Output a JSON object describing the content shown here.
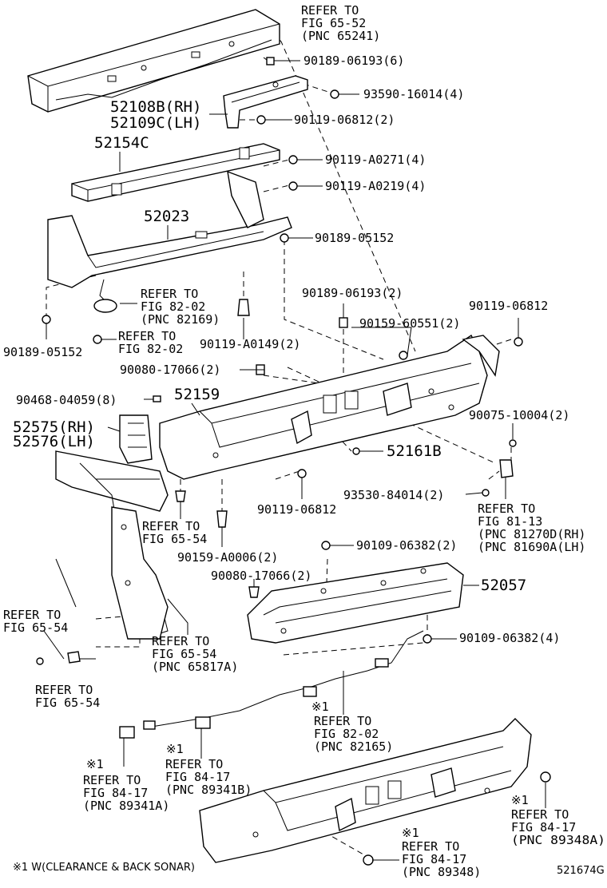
{
  "diagram_id": "521674G",
  "footnote": "※1 W(CLEARANCE & BACK SONAR)",
  "labels": {
    "refer_65_52": [
      "REFER TO",
      "FIG 65-52",
      "(PNC 65241)"
    ],
    "p90189_06193_6": "90189-06193(6)",
    "p93590_16014_4": "93590-16014(4)",
    "p52108b": "52108B(RH)",
    "p52109c": "52109C(LH)",
    "p90119_06812_2": "90119-06812(2)",
    "p52154c": "52154C",
    "p90119_a0271_4": "90119-A0271(4)",
    "p90119_a0219_4": "90119-A0219(4)",
    "p52023": "52023",
    "p90189_05152_r": "90189-05152",
    "refer_82_02_a": [
      "REFER TO",
      "FIG 82-02",
      "(PNC 82169)"
    ],
    "refer_82_02_b": [
      "REFER TO",
      "FIG 82-02"
    ],
    "p90189_05152_l": "90189-05152",
    "p90119_a0149_2": "90119-A0149(2)",
    "p90189_06193_2": "90189-06193(2)",
    "p90159_60551_2": "90159-60551(2)",
    "p90119_06812_a": "90119-06812",
    "p90080_17066_2a": "90080-17066(2)",
    "p90468_04059_8": "90468-04059(8)",
    "p52159": "52159",
    "p52575": "52575(RH)",
    "p52576": "52576(LH)",
    "p90075_10004_2": "90075-10004(2)",
    "p52161b": "52161B",
    "p93530_84014_2": "93530-84014(2)",
    "refer_81_13": [
      "REFER TO",
      "FIG 81-13",
      "(PNC 81270D(RH)",
      "(PNC 81690A(LH)"
    ],
    "p90119_06812_b": "90119-06812",
    "refer_65_54_a": [
      "REFER TO",
      "FIG 65-54"
    ],
    "p90159_a0006_2": "90159-A0006(2)",
    "p90109_06382_2": "90109-06382(2)",
    "p90080_17066_2b": "90080-17066(2)",
    "p52057": "52057",
    "refer_65_54_b": [
      "REFER TO",
      "FIG 65-54"
    ],
    "refer_65_54_c": [
      "REFER TO",
      "FIG 65-54",
      "(PNC 65817A)"
    ],
    "p90109_06382_4": "90109-06382(4)",
    "refer_65_54_d": [
      "REFER TO",
      "FIG 65-54"
    ],
    "refer_82_02_c": [
      "※1",
      "REFER TO",
      "FIG 82-02",
      "(PNC 82165)"
    ],
    "refer_84_17_a": [
      "※1",
      "REFER TO",
      "FIG 84-17",
      "(PNC 89341B)"
    ],
    "refer_84_17_b": [
      "※1",
      "REFER TO",
      "FIG 84-17",
      "(PNC 89341A)"
    ],
    "refer_84_17_c": [
      "※1",
      "REFER TO",
      "FIG 84-17",
      "(PNC 89348A)"
    ],
    "refer_84_17_d": [
      "※1",
      "REFER TO",
      "FIG 84-17",
      "(PNC 89348)"
    ]
  }
}
